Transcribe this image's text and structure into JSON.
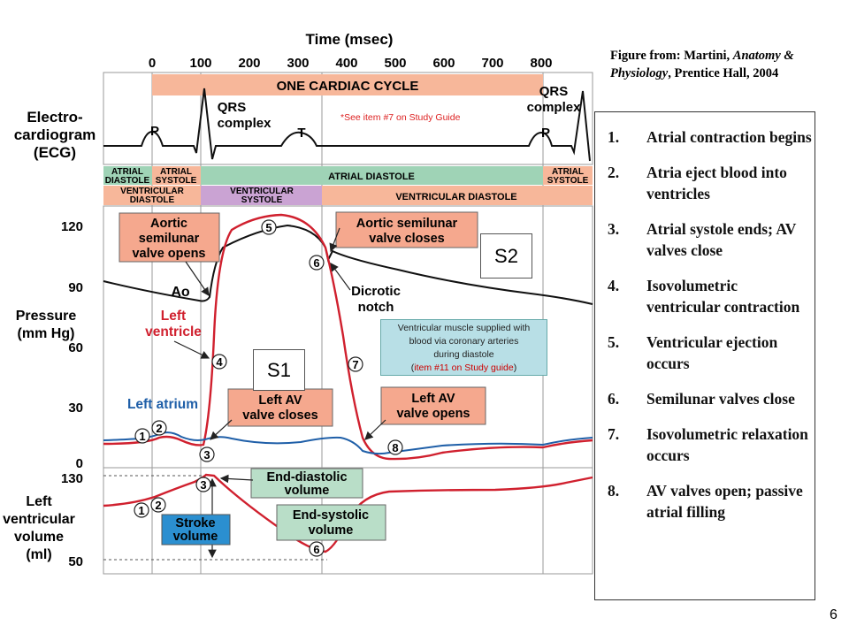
{
  "figure": {
    "time_title": "Time (msec)",
    "time_ticks": [
      "0",
      "100",
      "200",
      "300",
      "400",
      "500",
      "600",
      "700",
      "800"
    ],
    "cycle_label": "ONE CARDIAC CYCLE",
    "ecg_label": [
      "Electro-",
      "cardiogram",
      "(ECG)"
    ],
    "qrs_label": [
      "QRS",
      "complex"
    ],
    "qrs_right_label": [
      "QRS",
      "complex"
    ],
    "p_label": "P",
    "t_label": "T",
    "p_right_label": "P",
    "phases": {
      "atrial_diastole_left": [
        "ATRIAL",
        "DIASTOLE"
      ],
      "atrial_systole_left": [
        "ATRIAL",
        "SYSTOLE"
      ],
      "atrial_diastole_mid": "ATRIAL DIASTOLE",
      "atrial_systole_right": [
        "ATRIAL",
        "SYSTOLE"
      ],
      "ventricular_diastole_left": [
        "VENTRICULAR",
        "DIASTOLE"
      ],
      "ventricular_systole": [
        "VENTRICULAR",
        "SYSTOLE"
      ],
      "ventricular_diastole_right": "VENTRICULAR DIASTOLE"
    },
    "pressure_axis": {
      "label": [
        "Pressure",
        "(mm Hg)"
      ],
      "ticks": [
        "120",
        "90",
        "60",
        "30",
        "0"
      ]
    },
    "volume_axis": {
      "label": [
        "Left",
        "ventricular",
        "volume",
        "(ml)"
      ],
      "ticks": [
        "130",
        "50"
      ]
    },
    "callouts": {
      "aortic_opens": [
        "Aortic",
        "semilunar",
        "valve opens"
      ],
      "aortic_closes": [
        "Aortic semilunar",
        "valve closes"
      ],
      "dicrotic": [
        "Dicrotic",
        "notch"
      ],
      "ao": "Ao",
      "left_ventricle": [
        "Left",
        "ventricle"
      ],
      "left_atrium": "Left atrium",
      "av_closes": [
        "Left AV",
        "valve closes"
      ],
      "av_opens": [
        "Left AV",
        "valve opens"
      ],
      "edv": [
        "End-diastolic",
        "volume"
      ],
      "esv": [
        "End-systolic",
        "volume"
      ],
      "stroke": [
        "Stroke",
        "volume"
      ]
    },
    "markers": [
      "1",
      "2",
      "3",
      "4",
      "5",
      "6",
      "7",
      "8"
    ],
    "see_note": "*See item #7 on Study Guide",
    "s1": "S1",
    "s2": "S2",
    "note": {
      "line1": "Ventricular muscle supplied with",
      "line2": "blood via coronary arteries",
      "line3": "during diastole",
      "open": "(",
      "ref": "item #11 on Study guide",
      "close": ")"
    }
  },
  "citation": {
    "prefix": "Figure from: Martini, ",
    "title": "Anatomy & Physiology",
    "suffix": ", Prentice Hall, 2004"
  },
  "steps": [
    {
      "num": "1.",
      "text": "Atrial contraction begins"
    },
    {
      "num": "2.",
      "text": "Atria eject blood into ventricles"
    },
    {
      "num": "3.",
      "text": "Atrial systole ends; AV valves close"
    },
    {
      "num": "4.",
      "text": "Isovolumetric ventricular contraction"
    },
    {
      "num": "5.",
      "text": "Ventricular ejection occurs"
    },
    {
      "num": "6.",
      "text": "Semilunar valves close"
    },
    {
      "num": "7.",
      "text": "Isovolumetric relaxation occurs"
    },
    {
      "num": "8.",
      "text": "AV valves open; passive atrial filling"
    }
  ],
  "page_number": "6",
  "colors": {
    "red": "#d0202e",
    "blue": "#1f5fa8",
    "salmon": "#f7b79a",
    "green_phase": "#9fd3b6",
    "purple": "#caa3d3",
    "callout_fill": "#f5a88e",
    "green_box": "#b9dec8",
    "blue_box": "#2b8fd0",
    "note_fill": "#b8dfe6"
  }
}
